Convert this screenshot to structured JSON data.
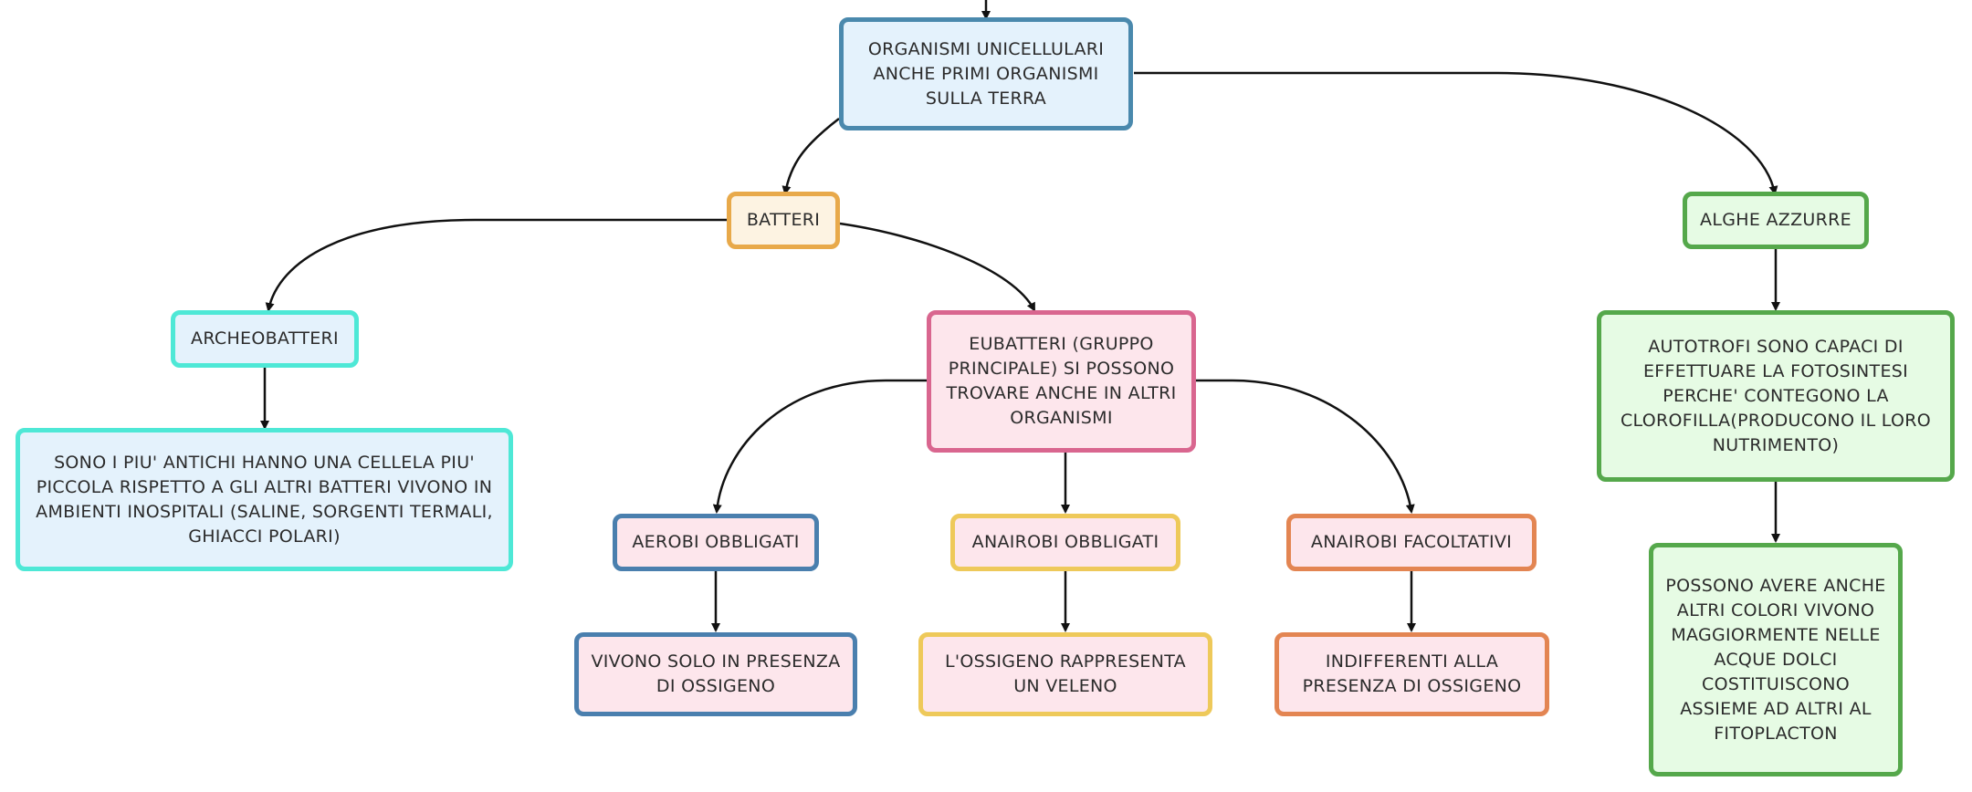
{
  "nodes": {
    "organismi": {
      "text": "ORGANISMI UNICELLULARI ANCHE PRIMI ORGANISMI SULLA TERRA",
      "fill": "#e4f2fc",
      "stroke": "#4a89ad"
    },
    "batteri": {
      "text": "BATTERI",
      "fill": "#fdf3e2",
      "stroke": "#e8a94a"
    },
    "alghe": {
      "text": "ALGHE AZZURRE",
      "fill": "#e6fbe4",
      "stroke": "#55a84b"
    },
    "archeobatteri": {
      "text": "ARCHEOBATTERI",
      "fill": "#e4f2fc",
      "stroke": "#4ee8d6"
    },
    "eubatteri": {
      "text": "EUBATTERI (GRUPPO PRINCIPALE) SI POSSONO TROVARE ANCHE IN ALTRI ORGANISMI",
      "fill": "#fde6ec",
      "stroke": "#d9668f"
    },
    "autotrofi": {
      "text": "AUTOTROFI SONO CAPACI DI EFFETTUARE LA FOTOSINTESI PERCHE' CONTEGONO LA CLOROFILLA(PRODUCONO IL LORO NUTRIMENTO)",
      "fill": "#e6fbe4",
      "stroke": "#55a84b"
    },
    "archeo_desc": {
      "text": "SONO I PIU' ANTICHI HANNO UNA CELLELA PIU' PICCOLA RISPETTO A GLI ALTRI BATTERI VIVONO IN AMBIENTI INOSPITALI (SALINE, SORGENTI TERMALI, GHIACCI POLARI)",
      "fill": "#e4f2fc",
      "stroke": "#4ee8d6"
    },
    "aerobi": {
      "text": "AEROBI OBBLIGATI",
      "fill": "#fde6ec",
      "stroke": "#4a7fae"
    },
    "anaerobi_obb": {
      "text": "ANAIROBI OBBLIGATI",
      "fill": "#fde6ec",
      "stroke": "#eec95a"
    },
    "anaerobi_fac": {
      "text": "ANAIROBI FACOLTATIVI",
      "fill": "#fde6ec",
      "stroke": "#e38552"
    },
    "aerobi_desc": {
      "text": "VIVONO SOLO IN PRESENZA DI OSSIGENO",
      "fill": "#fde6ec",
      "stroke": "#4a7fae"
    },
    "anaerobi_obb_desc": {
      "text": "L'OSSIGENO RAPPRESENTA UN VELENO",
      "fill": "#fde6ec",
      "stroke": "#eec95a"
    },
    "anaerobi_fac_desc": {
      "text": "INDIFFERENTI ALLA PRESENZA DI OSSIGENO",
      "fill": "#fde6ec",
      "stroke": "#e38552"
    },
    "alghe_desc": {
      "text": "POSSONO AVERE ANCHE ALTRI COLORI VIVONO MAGGIORMENTE NELLE ACQUE DOLCI COSTITUISCONO ASSIEME AD ALTRI AL FITOPLACTON",
      "fill": "#e6fbe4",
      "stroke": "#55a84b"
    }
  },
  "edges": [
    [
      "organismi",
      "batteri"
    ],
    [
      "organismi",
      "alghe"
    ],
    [
      "batteri",
      "archeobatteri"
    ],
    [
      "batteri",
      "eubatteri"
    ],
    [
      "alghe",
      "autotrofi"
    ],
    [
      "archeobatteri",
      "archeo_desc"
    ],
    [
      "eubatteri",
      "aerobi"
    ],
    [
      "eubatteri",
      "anaerobi_obb"
    ],
    [
      "eubatteri",
      "anaerobi_fac"
    ],
    [
      "autotrofi",
      "alghe_desc"
    ],
    [
      "aerobi",
      "aerobi_desc"
    ],
    [
      "anaerobi_obb",
      "anaerobi_obb_desc"
    ],
    [
      "anaerobi_fac",
      "anaerobi_fac_desc"
    ]
  ],
  "colors": {
    "edge": "#111111",
    "text": "#2b2b2b"
  }
}
